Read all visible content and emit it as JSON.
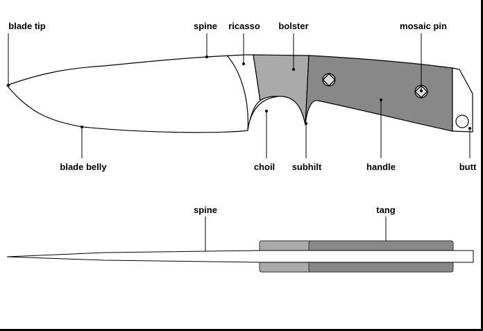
{
  "title": "Knife anatomy",
  "colors": {
    "bolster": "#aaaaaa",
    "handle": "#888888",
    "outline": "#000000",
    "blade": "#ffffff"
  },
  "side_view_labels": {
    "blade_tip": "blade tip",
    "spine": "spine",
    "ricasso": "ricasso",
    "bolster": "bolster",
    "mosaic_pin": "mosaic pin",
    "blade_belly": "blade belly",
    "choil": "choil",
    "subhilt": "subhilt",
    "handle": "handle",
    "butt": "butt"
  },
  "top_view_labels": {
    "spine": "spine",
    "tang": "tang"
  }
}
